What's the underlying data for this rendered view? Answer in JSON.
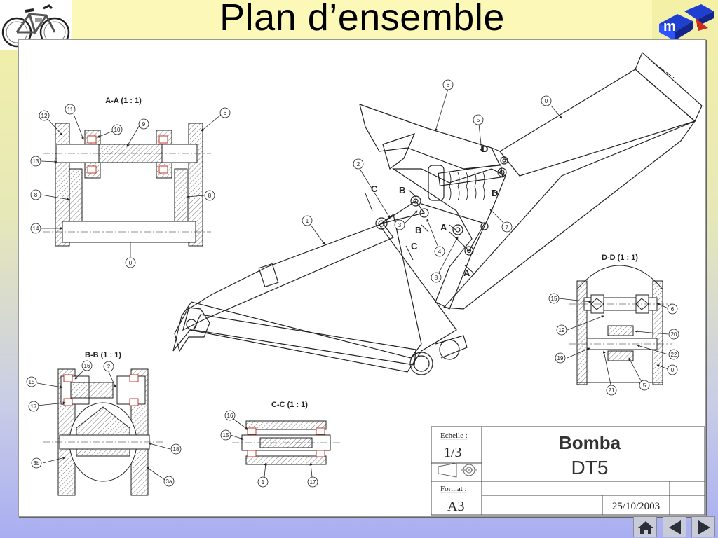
{
  "slide": {
    "title": "Plan d’ensemble"
  },
  "views": {
    "aa": "A-A (1 : 1)",
    "bb": "B-B (1 : 1)",
    "cc": "C-C (1 : 1)",
    "dd": "D-D (1 : 1)"
  },
  "sections": {
    "a": "A",
    "b": "B",
    "c": "C",
    "d": "D"
  },
  "balloons": {
    "aa": [
      "11",
      "12",
      "10",
      "9",
      "6",
      "13",
      "8",
      "8",
      "14",
      "0"
    ],
    "main": [
      "6",
      "0",
      "5",
      "2",
      "1",
      "3",
      "4",
      "7",
      "8"
    ],
    "bb": [
      "16",
      "2",
      "15",
      "17",
      "18",
      "3b",
      "3a"
    ],
    "cc": [
      "16",
      "15",
      "1",
      "17"
    ],
    "dd": [
      "15",
      "6",
      "19",
      "20",
      "22",
      "19",
      "0",
      "21",
      "5"
    ]
  },
  "title_block": {
    "scale_label": "Echelle :",
    "scale_value": "1/3",
    "format_label": "Format :",
    "format_value": "A3",
    "project": "Bomba",
    "model": "DT5",
    "date": "25/10/2003"
  },
  "colors": {
    "title_bar": "#fbf8b8",
    "line": "#222222",
    "hatch": "#555555",
    "bearing": "#c0392b",
    "logo_blue": "#1f3fd1",
    "logo_red": "#d12a1f"
  },
  "nav": {
    "home": "home-icon",
    "prev": "triangle-left-icon",
    "next": "triangle-right-icon"
  }
}
